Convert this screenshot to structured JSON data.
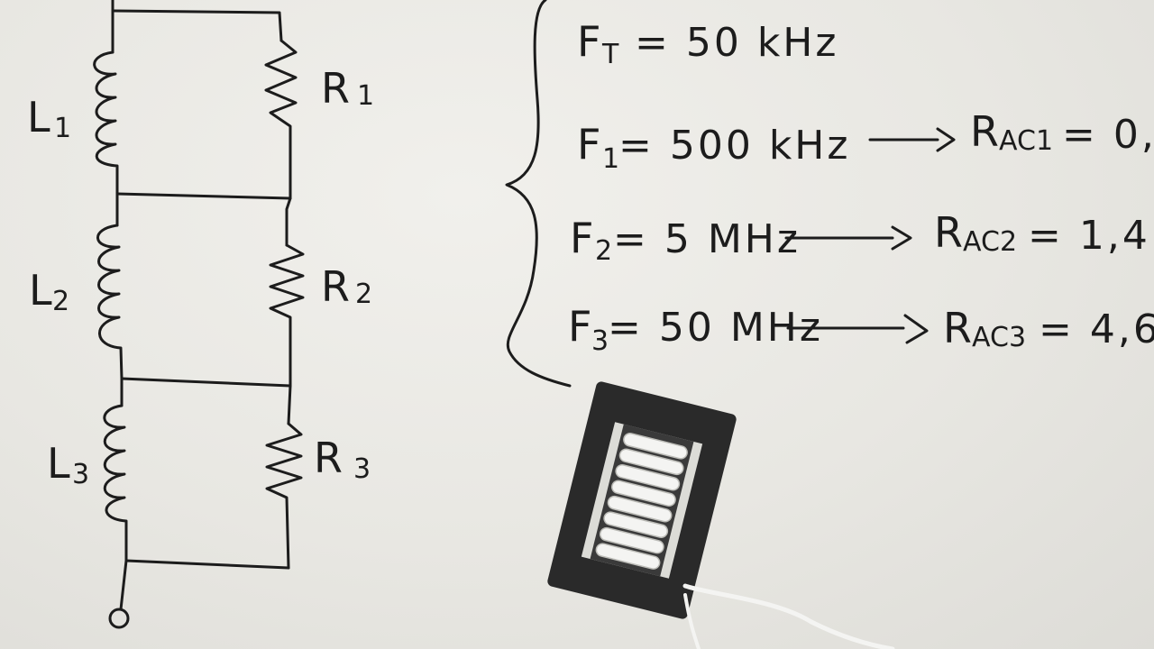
{
  "circuit": {
    "inductors": [
      {
        "label": "L",
        "sub": "1"
      },
      {
        "label": "L",
        "sub": "2"
      },
      {
        "label": "L",
        "sub": "3"
      }
    ],
    "resistors": [
      {
        "label": "R",
        "sub": "1"
      },
      {
        "label": "R",
        "sub": "2"
      },
      {
        "label": "R",
        "sub": "3"
      }
    ]
  },
  "equations": [
    {
      "f_label": "F",
      "f_sub": "T",
      "f_value": "= 50 kHz",
      "arrow": false,
      "r_label": "",
      "r_sub": "",
      "r_value": ""
    },
    {
      "f_label": "F",
      "f_sub": "1",
      "f_value": "= 500 kHz",
      "arrow": true,
      "r_label": "R",
      "r_sub": "AC1",
      "r_value": "= 0,"
    },
    {
      "f_label": "F",
      "f_sub": "2",
      "f_value": "= 5 MHz",
      "arrow": true,
      "r_label": "R",
      "r_sub": "AC2",
      "r_value": "= 1,4"
    },
    {
      "f_label": "F",
      "f_sub": "3",
      "f_value": "= 50 MHz",
      "arrow": true,
      "r_label": "R",
      "r_sub": "AC3",
      "r_value": "= 4,6"
    }
  ],
  "colors": {
    "ink": "#1c1c1c",
    "board": "#ecebe7",
    "core": "#2a2a2a",
    "wire": "#f4f4f2"
  }
}
